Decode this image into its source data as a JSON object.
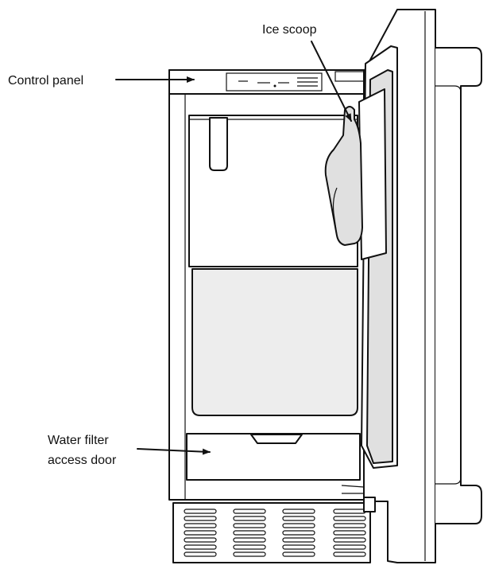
{
  "labels": {
    "control_panel": "Control panel",
    "ice_scoop": "Ice scoop",
    "water_filter_line1": "Water filter",
    "water_filter_line2": "access door"
  },
  "colors": {
    "line": "#111111",
    "shade": "#e0e0e0",
    "background": "#ffffff"
  }
}
